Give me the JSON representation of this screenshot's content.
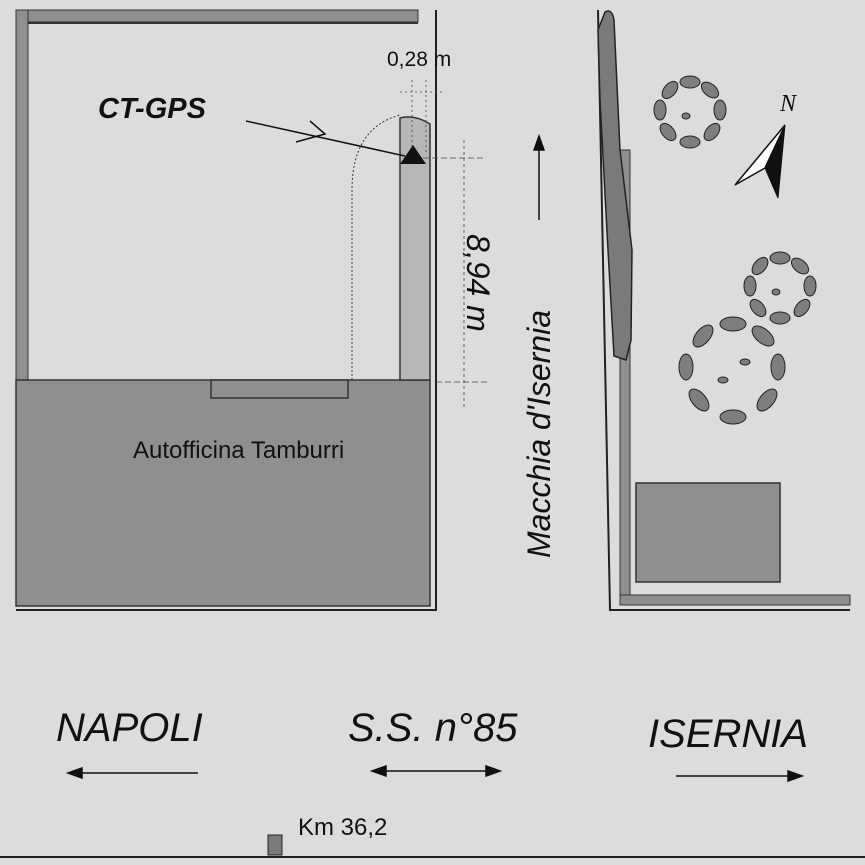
{
  "labels": {
    "gps_offset": "0,28 m",
    "station": "CT-GPS",
    "distance": "8,94 m",
    "building": "Autofficina Tamburri",
    "street": "Macchia d'Isernia",
    "north": "N",
    "west_city": "NAPOLI",
    "highway": "S.S. n°85",
    "east_city": "ISERNIA",
    "kilometer": "Km 36,2"
  },
  "icons": {
    "station_marker": "triangle-marker-icon",
    "north_arrow": "north-arrow-icon",
    "tree": "tree-canopy-icon"
  },
  "colors": {
    "background": "#dcdcdc",
    "building_fill": "#8f8f8f",
    "pillar_fill": "#b7b7b7",
    "tree_fill": "#7e7e7e",
    "outline": "#2a2a2a"
  }
}
